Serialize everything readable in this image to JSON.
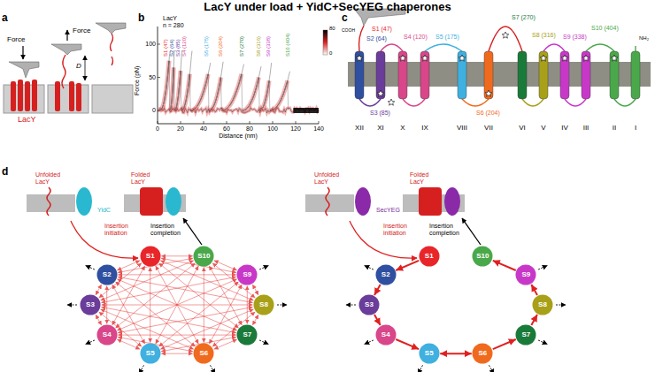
{
  "diagram": {
    "title": "LacY under load + YidC+SecYEG chaperones",
    "nodes": [
      {
        "text": [
          "S1"
        ]
      },
      {
        "text": [
          "S2"
        ]
      },
      {
        "text": [
          "S3"
        ]
      },
      {
        "text": [
          "S4"
        ]
      },
      {
        "text": [
          "S5"
        ]
      },
      {
        "text": [
          "S6"
        ]
      },
      {
        "text": [
          "S7"
        ]
      },
      {
        "text": [
          "S8"
        ]
      },
      {
        "text": [
          "S9"
        ]
      },
      {
        "text": [
          "S10"
        ]
      },
      {
        "text": [
          "S1"
        ]
      },
      {
        "text": [
          "S2"
        ]
      },
      {
        "text": [
          "S3"
        ]
      },
      {
        "text": [
          "S4"
        ]
      },
      {
        "text": [
          "S5"
        ]
      },
      {
        "text": [
          "S6"
        ]
      },
      {
        "text": [
          "S7"
        ]
      },
      {
        "text": [
          "S8"
        ]
      },
      {
        "text": [
          "S9"
        ]
      },
      {
        "text": [
          "S10"
        ]
      }
    ],
    "edges": [
      {
        "from": 0,
        "to": 1,
        "arrow": "both"
      },
      {
        "from": 0,
        "to": 2,
        "arrow": "both"
      },
      {
        "from": 0,
        "to": 3,
        "arrow": "both"
      },
      {
        "from": 0,
        "to": 4,
        "arrow": "both"
      },
      {
        "from": 0,
        "to": 5,
        "arrow": "both"
      },
      {
        "from": 0,
        "to": 6,
        "arrow": "both"
      },
      {
        "from": 0,
        "to": 7,
        "arrow": "both"
      },
      {
        "from": 0,
        "to": 8,
        "arrow": "both"
      },
      {
        "from": 0,
        "to": 9,
        "arrow": "both"
      },
      {
        "from": 1,
        "to": 2,
        "arrow": "both"
      },
      {
        "from": 1,
        "to": 3,
        "arrow": "both"
      },
      {
        "from": 1,
        "to": 4,
        "arrow": "both"
      },
      {
        "from": 1,
        "to": 5,
        "arrow": "both"
      },
      {
        "from": 1,
        "to": 6,
        "arrow": "both"
      },
      {
        "from": 1,
        "to": 7,
        "arrow": "both"
      },
      {
        "from": 1,
        "to": 8,
        "arrow": "both"
      },
      {
        "from": 1,
        "to": 9,
        "arrow": "both"
      },
      {
        "from": 2,
        "to": 3,
        "arrow": "both"
      },
      {
        "from": 2,
        "to": 4,
        "arrow": "both"
      },
      {
        "from": 2,
        "to": 5,
        "arrow": "both"
      },
      {
        "from": 2,
        "to": 6,
        "arrow": "both"
      },
      {
        "from": 2,
        "to": 7,
        "arrow": "both"
      },
      {
        "from": 2,
        "to": 8,
        "arrow": "both"
      },
      {
        "from": 2,
        "to": 9,
        "arrow": "both"
      },
      {
        "from": 3,
        "to": 4,
        "arrow": "both"
      },
      {
        "from": 3,
        "to": 5,
        "arrow": "both"
      },
      {
        "from": 3,
        "to": 6,
        "arrow": "both"
      },
      {
        "from": 3,
        "to": 7,
        "arrow": "both"
      },
      {
        "from": 3,
        "to": 8,
        "arrow": "both"
      },
      {
        "from": 3,
        "to": 9,
        "arrow": "both"
      },
      {
        "from": 4,
        "to": 5,
        "arrow": "both"
      },
      {
        "from": 4,
        "to": 6,
        "arrow": "both"
      },
      {
        "from": 4,
        "to": 7,
        "arrow": "both"
      },
      {
        "from": 4,
        "to": 8,
        "arrow": "both"
      },
      {
        "from": 4,
        "to": 9,
        "arrow": "both"
      },
      {
        "from": 5,
        "to": 6,
        "arrow": "both"
      },
      {
        "from": 5,
        "to": 7,
        "arrow": "both"
      },
      {
        "from": 5,
        "to": 8,
        "arrow": "both"
      },
      {
        "from": 5,
        "to": 9,
        "arrow": "both"
      },
      {
        "from": 6,
        "to": 7,
        "arrow": "both"
      },
      {
        "from": 6,
        "to": 8,
        "arrow": "both"
      },
      {
        "from": 6,
        "to": 9,
        "arrow": "both"
      },
      {
        "from": 7,
        "to": 8,
        "arrow": "both"
      },
      {
        "from": 7,
        "to": 9,
        "arrow": "both"
      },
      {
        "from": 8,
        "to": 9,
        "arrow": "both"
      },
      {
        "from": 10,
        "to": 11,
        "arrow": "to"
      },
      {
        "from": 11,
        "to": 12,
        "arrow": "to"
      },
      {
        "from": 12,
        "to": 13,
        "arrow": "to"
      },
      {
        "from": 13,
        "to": 14,
        "arrow": "to"
      },
      {
        "from": 14,
        "to": 15,
        "arrow": "both"
      },
      {
        "from": 15,
        "to": 16,
        "arrow": "to"
      },
      {
        "from": 16,
        "to": 17,
        "arrow": "to"
      },
      {
        "from": 17,
        "to": 18,
        "arrow": "to"
      },
      {
        "from": 18,
        "to": 19,
        "arrow": "to"
      }
    ],
    "labels": [
      "a",
      "Force",
      "Force",
      "D",
      "LacY",
      "b",
      "LacY",
      "n = 280",
      "S1 (47)",
      "S2 (64)",
      "S3 (85)",
      "S4 (120)",
      "S5 (175)",
      "S6 (204)",
      "S7 (270)",
      "S8 (316)",
      "S9 (338)",
      "S10 (404)",
      "80",
      "0",
      "Force (pN)",
      "Distance (nm)",
      "0",
      "20",
      "40",
      "60",
      "80",
      "100",
      "120",
      "140",
      "0",
      "50",
      "100",
      "c",
      "S2 (64)",
      "S1 (47)",
      "S4 (120)",
      "S3 (85)",
      "S5 (175)",
      "S6 (204)",
      "S7 (270)",
      "S8 (316)",
      "S9 (338)",
      "S10 (404)",
      "COOH",
      "NH₂",
      "XII",
      "XI",
      "X",
      "IX",
      "VIII",
      "VII",
      "VI",
      "V",
      "IV",
      "III",
      "II",
      "I",
      "d",
      "Unfolded LacY",
      "Folded LacY",
      "YidC",
      "Insertion initiation",
      "Insertion completion",
      "Unfolded LacY",
      "Folded LacY",
      "SecYEG",
      "Insertion initiation",
      "Insertion completion"
    ]
  }
}
